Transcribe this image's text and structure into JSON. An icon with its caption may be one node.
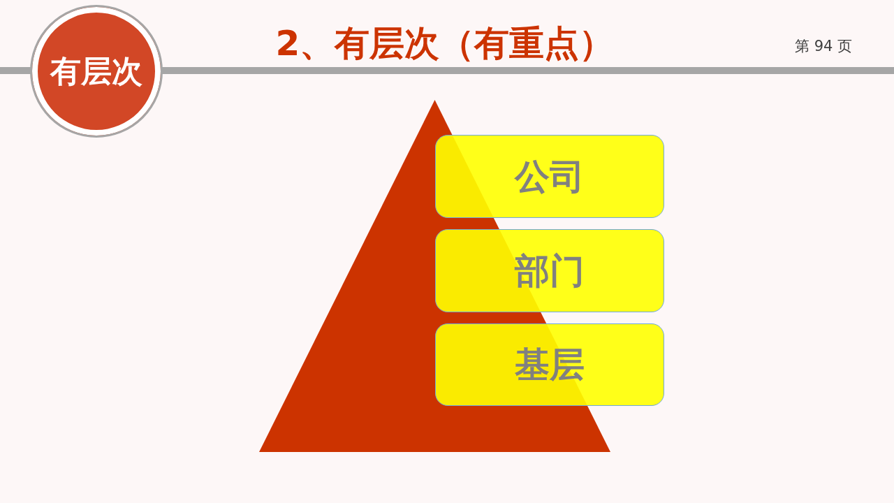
{
  "diagram": {
    "title": "2、有层次（有重点）",
    "nodes": [
      {
        "text": [
          "有层次"
        ]
      },
      {
        "text": [],
        "shape": "triangle"
      },
      {
        "text": [
          "公司"
        ]
      },
      {
        "text": [
          "部门"
        ]
      },
      {
        "text": [
          "基层"
        ]
      }
    ],
    "labels": [
      "第 94 页"
    ]
  }
}
